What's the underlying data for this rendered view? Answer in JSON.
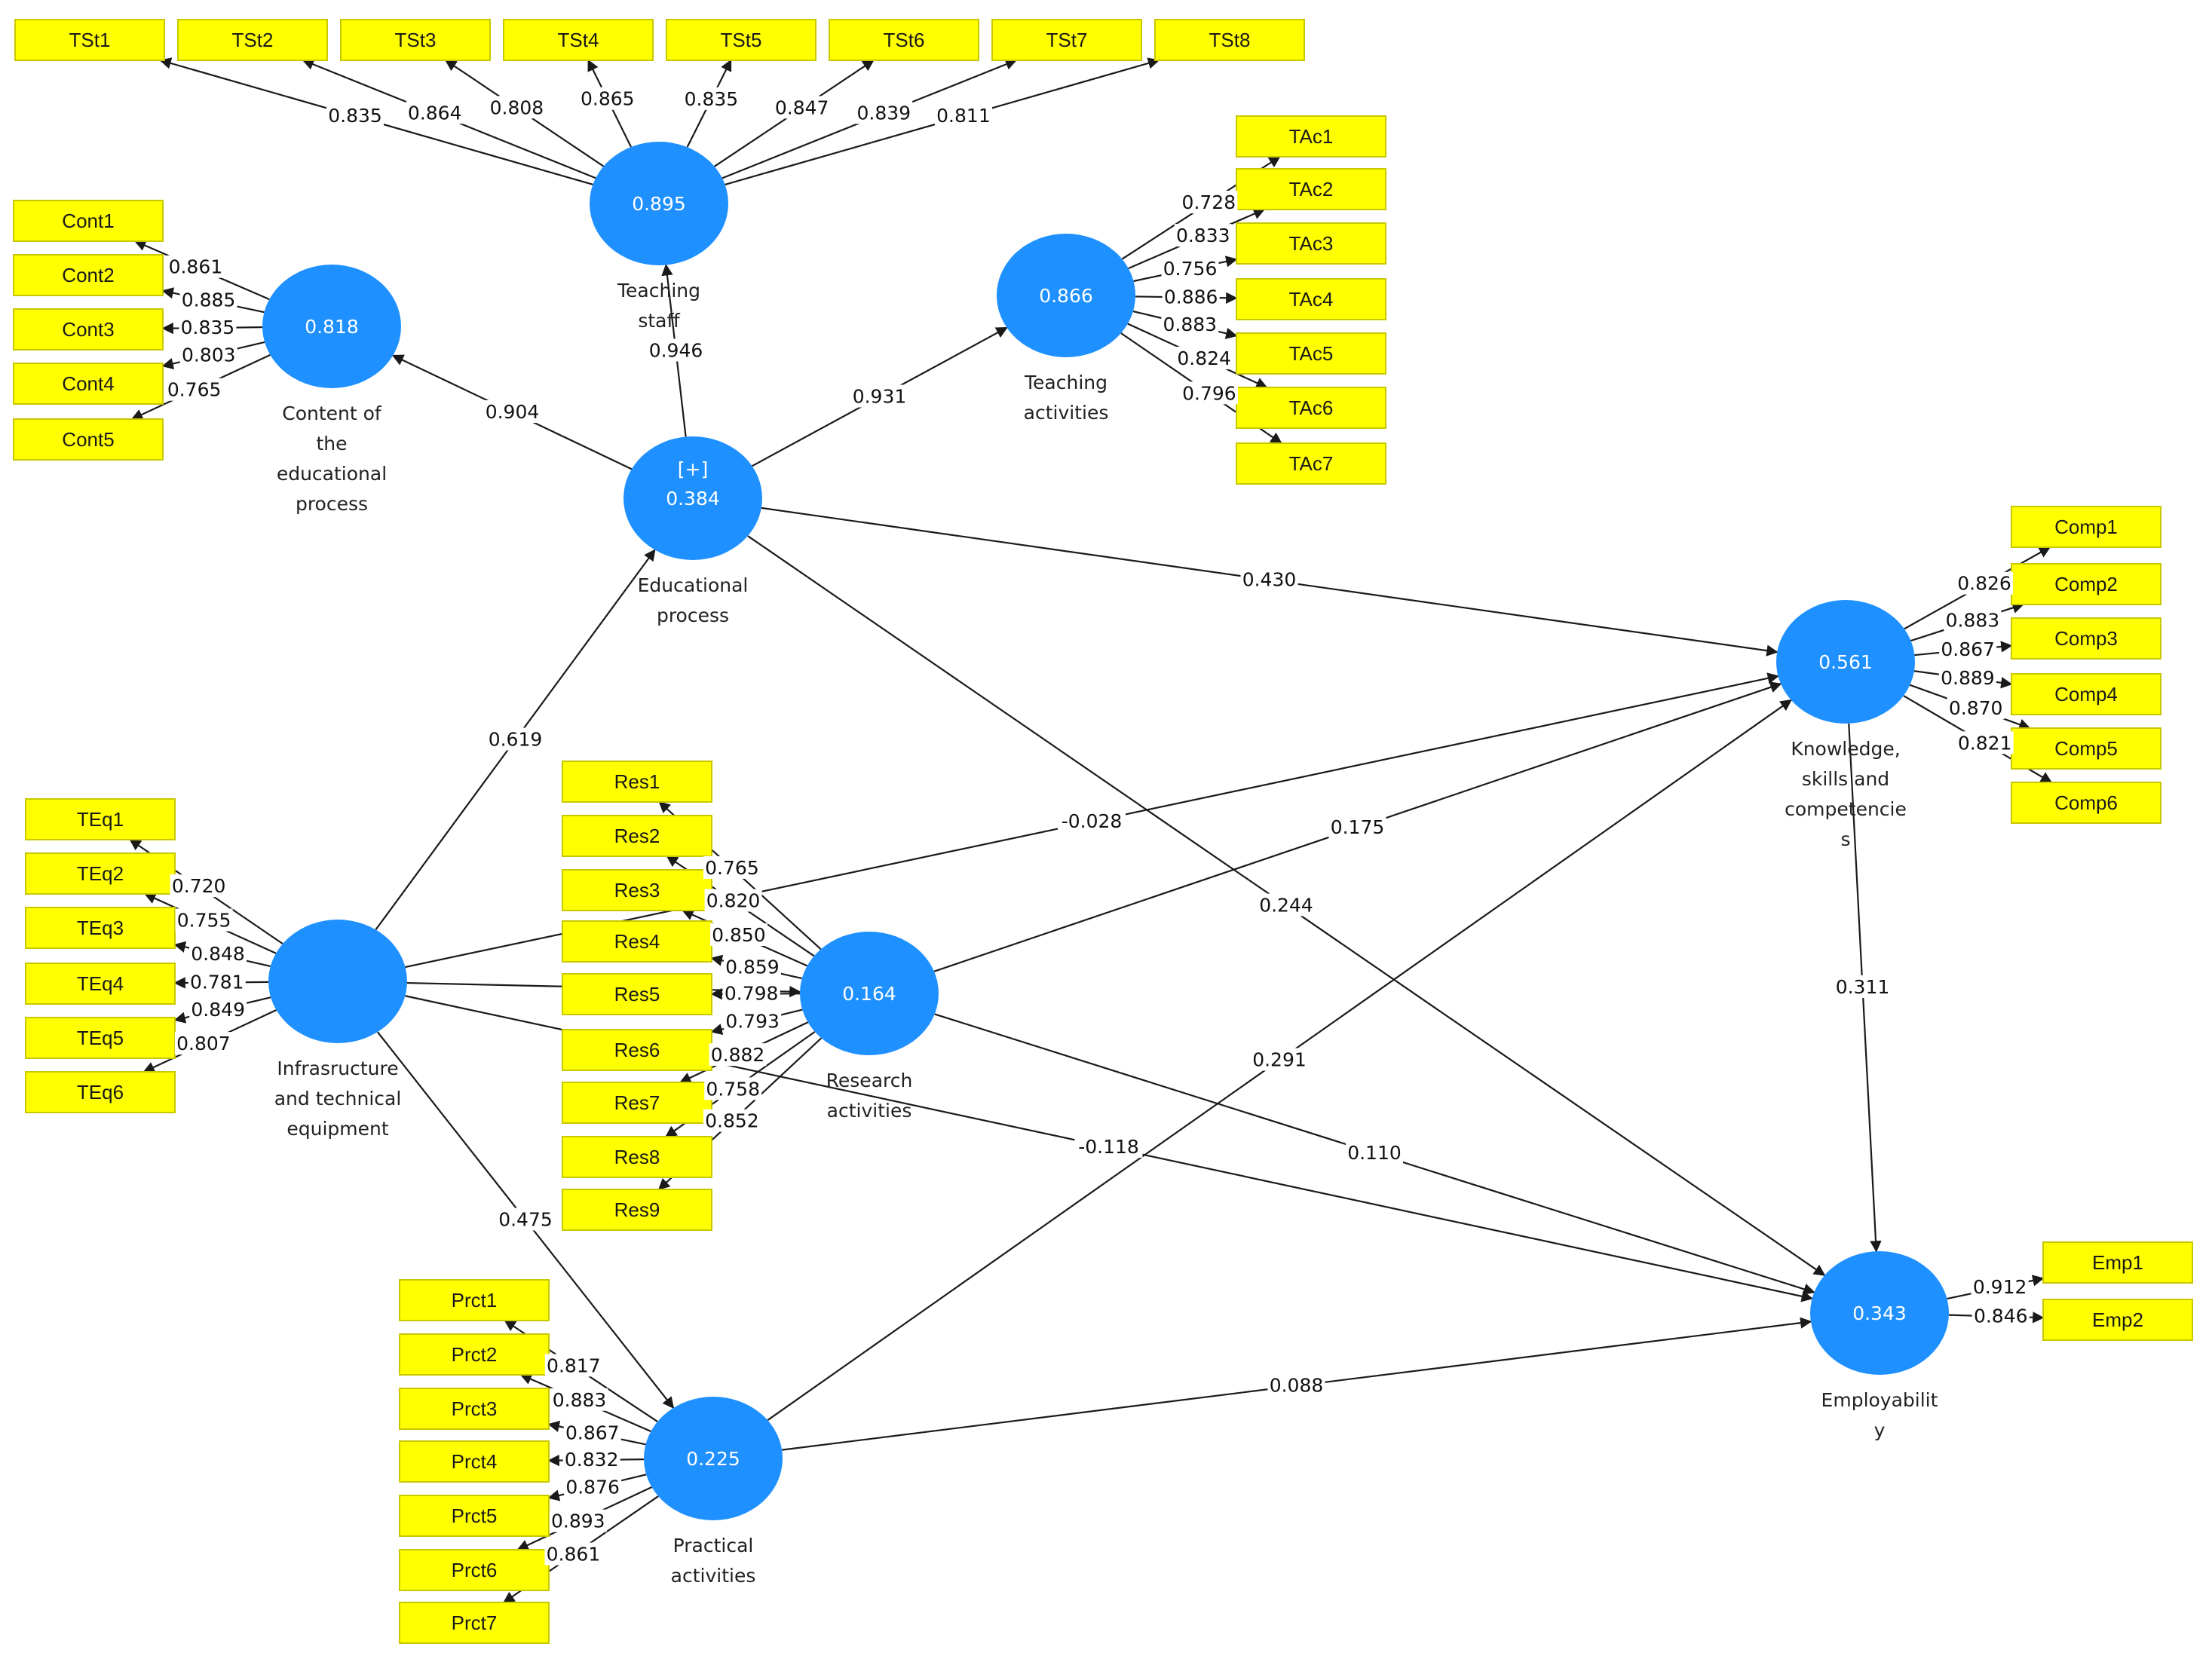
{
  "colors": {
    "construct": "#1e90ff",
    "indicator": "#ffff00",
    "indicator_border": "#c8c800",
    "edge": "#1a1a1a"
  },
  "constructs": [
    {
      "id": "TS",
      "value": "0.895",
      "label_lines": [
        "Teaching",
        "staff"
      ]
    },
    {
      "id": "CONT",
      "value": "0.818",
      "label_lines": [
        "Content of",
        "the",
        "educational",
        "process"
      ]
    },
    {
      "id": "TA",
      "value": "0.866",
      "label_lines": [
        "Teaching",
        "activities"
      ]
    },
    {
      "id": "EP",
      "value": "0.384",
      "tag": "[+]",
      "label_lines": [
        "Educational",
        "process"
      ]
    },
    {
      "id": "KSC",
      "value": "0.561",
      "label_lines": [
        "Knowledge,",
        "skills and",
        "competencie",
        "s"
      ]
    },
    {
      "id": "INF",
      "value": "",
      "label_lines": [
        "Infrasructure",
        "and technical",
        "equipment"
      ]
    },
    {
      "id": "RES",
      "value": "0.164",
      "label_lines": [
        "Research",
        "activities"
      ]
    },
    {
      "id": "EMP",
      "value": "0.343",
      "label_lines": [
        "Employabilit",
        "y"
      ]
    },
    {
      "id": "PRA",
      "value": "0.225",
      "label_lines": [
        "Practical",
        "activities"
      ]
    }
  ],
  "measurement": [
    {
      "construct": "TS",
      "indicators": [
        "TSt1",
        "TSt2",
        "TSt3",
        "TSt4",
        "TSt5",
        "TSt6",
        "TSt7",
        "TSt8"
      ],
      "loadings": [
        "0.835",
        "0.864",
        "0.808",
        "0.865",
        "0.835",
        "0.847",
        "0.839",
        "0.811"
      ]
    },
    {
      "construct": "CONT",
      "indicators": [
        "Cont1",
        "Cont2",
        "Cont3",
        "Cont4",
        "Cont5"
      ],
      "loadings": [
        "0.861",
        "0.885",
        "0.835",
        "0.803",
        "0.765"
      ]
    },
    {
      "construct": "TA",
      "indicators": [
        "TAc1",
        "TAc2",
        "TAc3",
        "TAc4",
        "TAc5",
        "TAc6",
        "TAc7"
      ],
      "loadings": [
        "0.728",
        "0.833",
        "0.756",
        "0.886",
        "0.883",
        "0.824",
        "0.796"
      ]
    },
    {
      "construct": "KSC",
      "indicators": [
        "Comp1",
        "Comp2",
        "Comp3",
        "Comp4",
        "Comp5",
        "Comp6"
      ],
      "loadings": [
        "0.826",
        "0.883",
        "0.867",
        "0.889",
        "0.870",
        "0.821"
      ]
    },
    {
      "construct": "INF",
      "indicators": [
        "TEq1",
        "TEq2",
        "TEq3",
        "TEq4",
        "TEq5",
        "TEq6"
      ],
      "loadings": [
        "0.720",
        "0.755",
        "0.848",
        "0.781",
        "0.849",
        "0.807"
      ]
    },
    {
      "construct": "RES",
      "indicators": [
        "Res1",
        "Res2",
        "Res3",
        "Res4",
        "Res5",
        "Res6",
        "Res7",
        "Res8",
        "Res9"
      ],
      "loadings": [
        "0.765",
        "0.820",
        "0.850",
        "0.859",
        "0.798",
        "0.793",
        "0.882",
        "0.758",
        "0.852"
      ]
    },
    {
      "construct": "EMP",
      "indicators": [
        "Emp1",
        "Emp2"
      ],
      "loadings": [
        "0.912",
        "0.846"
      ]
    },
    {
      "construct": "PRA",
      "indicators": [
        "Prct1",
        "Prct2",
        "Prct3",
        "Prct4",
        "Prct5",
        "Prct6",
        "Prct7"
      ],
      "loadings": [
        "0.817",
        "0.883",
        "0.867",
        "0.832",
        "0.876",
        "0.893",
        "0.861"
      ]
    }
  ],
  "paths": [
    {
      "from": "EP",
      "to": "TS",
      "value": "0.946"
    },
    {
      "from": "EP",
      "to": "CONT",
      "value": "0.904"
    },
    {
      "from": "EP",
      "to": "TA",
      "value": "0.931"
    },
    {
      "from": "EP",
      "to": "KSC",
      "value": "0.430"
    },
    {
      "from": "EP",
      "to": "EMP",
      "value": "0.244"
    },
    {
      "from": "INF",
      "to": "EP",
      "value": "0.619"
    },
    {
      "from": "INF",
      "to": "KSC",
      "value": "-0.028"
    },
    {
      "from": "INF",
      "to": "RES",
      "value": ""
    },
    {
      "from": "INF",
      "to": "EMP",
      "value": "-0.118"
    },
    {
      "from": "INF",
      "to": "PRA",
      "value": "0.475"
    },
    {
      "from": "RES",
      "to": "KSC",
      "value": "0.175"
    },
    {
      "from": "RES",
      "to": "EMP",
      "value": "0.110"
    },
    {
      "from": "PRA",
      "to": "KSC",
      "value": "0.291"
    },
    {
      "from": "PRA",
      "to": "EMP",
      "value": "0.088"
    },
    {
      "from": "KSC",
      "to": "EMP",
      "value": "0.311"
    }
  ]
}
